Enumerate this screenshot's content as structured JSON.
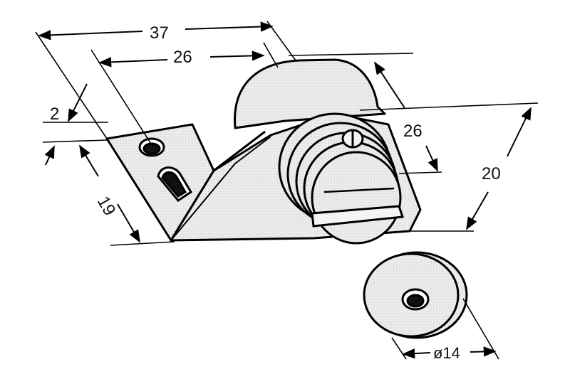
{
  "drawing": {
    "type": "technical-dimension-drawing",
    "line_color": "#000000",
    "fill_color": "#e9e9e9",
    "dimensions": {
      "overall_length": "37",
      "inner_length": "26",
      "base_thickness": "2",
      "base_height": "19",
      "cylinder_length": "26",
      "overall_height": "20",
      "disc_diameter": "ø14"
    }
  }
}
